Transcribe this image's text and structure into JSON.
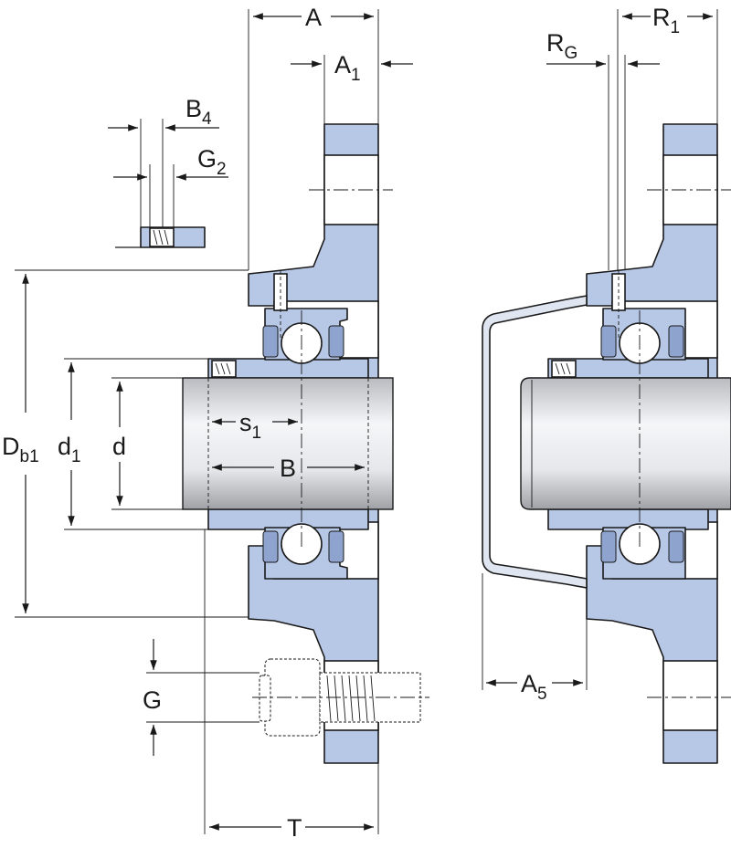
{
  "drawing": {
    "left_view": {
      "dimensions": {
        "A": "A",
        "A1": {
          "base": "A",
          "sub": "1"
        },
        "B4": {
          "base": "B",
          "sub": "4"
        },
        "G2": {
          "base": "G",
          "sub": "2"
        },
        "Db1": {
          "base": "D",
          "sub": "b1"
        },
        "d1": {
          "base": "d",
          "sub": "1"
        },
        "d": "d",
        "s1": {
          "base": "s",
          "sub": "1"
        },
        "B": "B",
        "G": "G",
        "T": "T"
      }
    },
    "right_view": {
      "dimensions": {
        "R1": {
          "base": "R",
          "sub": "1"
        },
        "RG": {
          "base": "R",
          "sub": "G"
        },
        "A5": {
          "base": "A",
          "sub": "5"
        }
      }
    },
    "colors": {
      "housing": "#b7c7e6",
      "shaft_light": "#f4f5f7",
      "shaft_dark": "#a9abb0",
      "line": "#1a1a1a"
    }
  }
}
